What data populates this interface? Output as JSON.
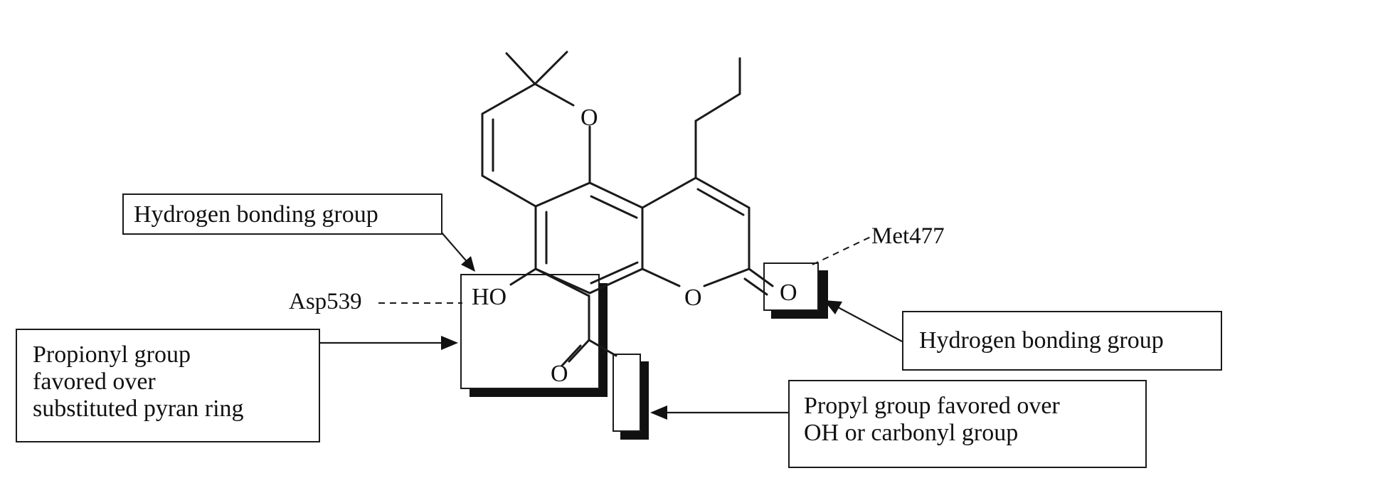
{
  "labels": {
    "hbond_top": "Hydrogen bonding group",
    "hbond_right": "Hydrogen bonding group",
    "propionyl": [
      "Propionyl group",
      "favored over",
      "substituted pyran ring"
    ],
    "propyl": [
      "Propyl group favored over",
      "OH or carbonyl group"
    ]
  },
  "residues": {
    "met": "Met477",
    "asp": "Asp539"
  },
  "atoms": {
    "o_pyran": "O",
    "o_lactone": "O",
    "o_carbonyl": "O",
    "o_boxed": "O",
    "ho": "HO"
  }
}
